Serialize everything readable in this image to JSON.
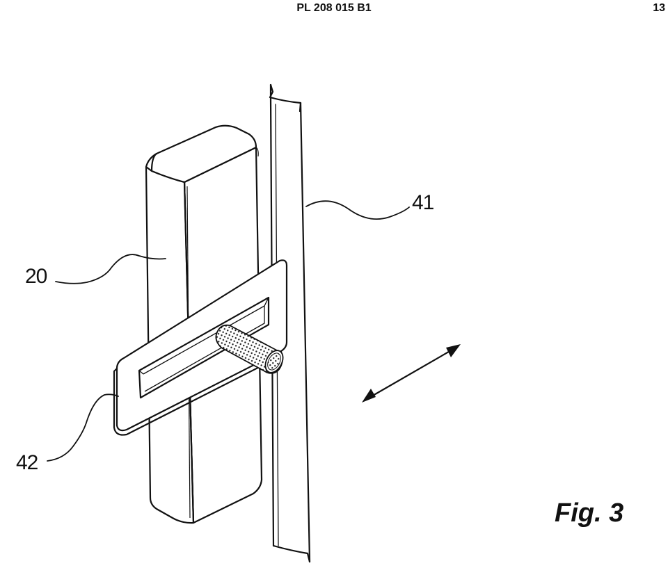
{
  "header": {
    "document_id": "PL 208 015 B1",
    "page_number": "13"
  },
  "figure": {
    "caption": "Fig. 3",
    "reference_labels": {
      "block": "20",
      "rail": "41",
      "bracket": "42"
    }
  },
  "colors": {
    "ink": "#111111",
    "paper": "#ffffff"
  }
}
